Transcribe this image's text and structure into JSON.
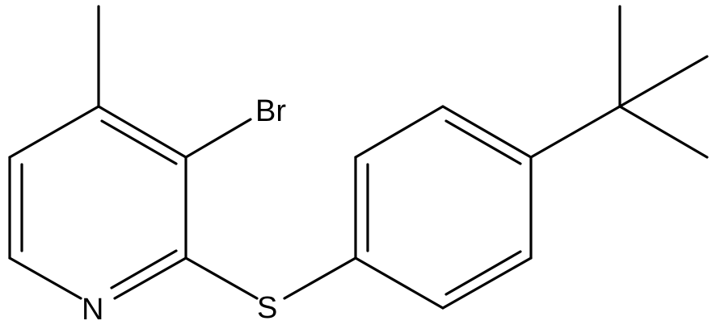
{
  "molecule": {
    "atoms": {
      "bromine": "Br",
      "sulfur": "S",
      "nitrogen": "N"
    },
    "colors": {
      "bond": "#000000",
      "label": "#000000",
      "background": "#ffffff"
    }
  }
}
